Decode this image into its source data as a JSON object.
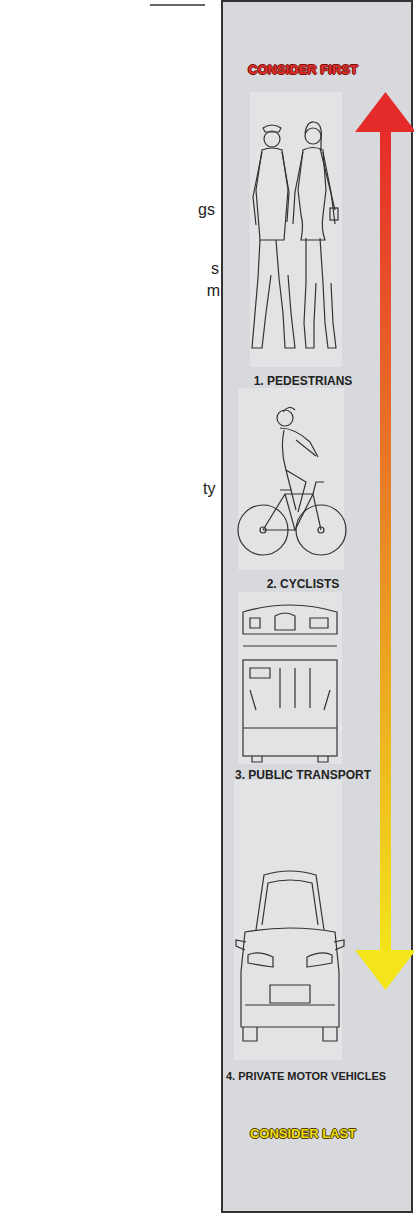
{
  "diagram": {
    "nodes": [
      {
        "text": [
          "CONSIDER FIRST",
          "1. PEDESTRIANS",
          "2. CYCLISTS",
          "3. PUBLIC TRANSPORT",
          "4. PRIVATE MOTOR VEHICLES",
          "CONSIDER LAST"
        ]
      }
    ],
    "labels": [
      "gs",
      "s",
      "m",
      "ty"
    ]
  }
}
